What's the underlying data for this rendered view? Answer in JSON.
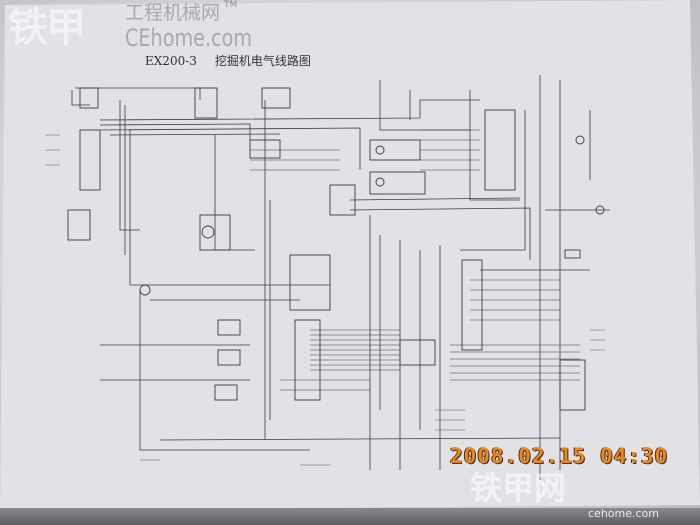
{
  "watermark": {
    "logo": "铁甲",
    "brand_cn": "工程机械网",
    "tm": "TM",
    "domain": "CEhome.com",
    "bottom_logo": "铁甲网",
    "bottom_domain": "cehome.com"
  },
  "diagram": {
    "model": "EX200-3",
    "title": "挖掘机电气线路图"
  },
  "photo_timestamp": "2008.02.15 04:30"
}
